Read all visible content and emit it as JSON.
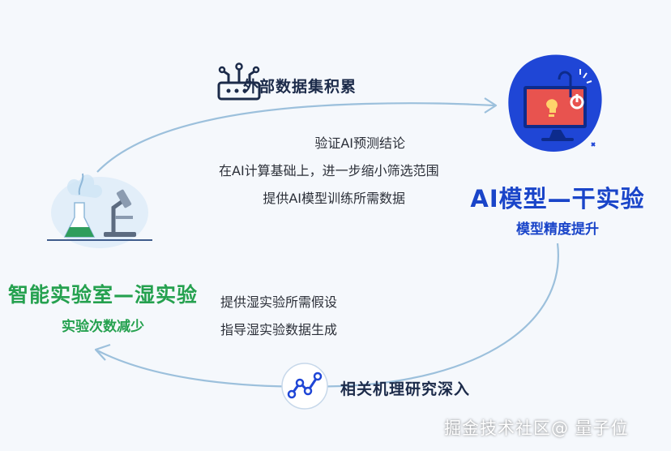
{
  "top_arrow": {
    "label": "外部数据集积累",
    "icon": "router-icon"
  },
  "bottom_arrow": {
    "label": "相关机理研究深入",
    "icon": "network-graph-icon"
  },
  "upper_middle": {
    "lines": [
      "验证AI预测结论",
      "在AI计算基础上，进一步缩小筛选范围",
      "提供AI模型训练所需数据"
    ]
  },
  "lower_middle": {
    "lines": [
      "提供湿实验所需假设",
      "指导湿实验数据生成"
    ]
  },
  "ai_node": {
    "title": "AI模型—干实验",
    "subtitle": "模型精度提升",
    "icon": "computer-monitor-icon"
  },
  "lab_node": {
    "title": "智能实验室—湿实验",
    "subtitle": "实验次数减少",
    "icon": "lab-flask-microscope-icon"
  },
  "watermark": "掘金技术社区@ 量子位",
  "colors": {
    "blue": "#1a45c9",
    "green": "#25a14f",
    "arrow": "#9cc0dc",
    "background": "#f5f8fc"
  }
}
